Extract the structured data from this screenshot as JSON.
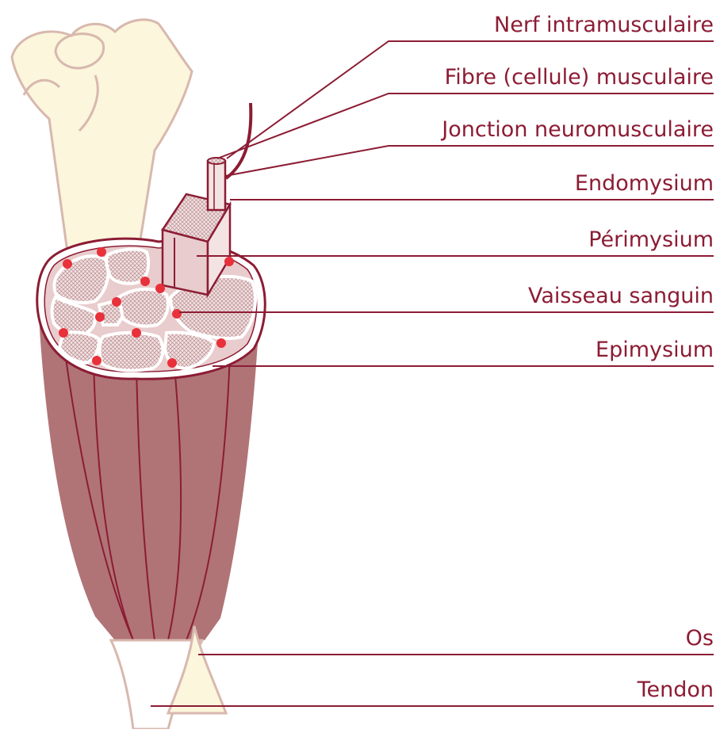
{
  "labels": {
    "nerve": "Nerf intramusculaire",
    "fiber": "Fibre (cellule) musculaire",
    "junction": "Jonction neuromusculaire",
    "endomysium": "Endomysium",
    "perimysium": "Périmysium",
    "vessel": "Vaisseau sanguin",
    "epimysium": "Epimysium",
    "bone": "Os",
    "tendon": "Tendon"
  },
  "colors": {
    "accent": "#8c1c34",
    "muscle": "#b07476",
    "bone": "#fbf6dc",
    "vessel_dot": "#e8313a",
    "fascicle": "#e9cccd"
  }
}
